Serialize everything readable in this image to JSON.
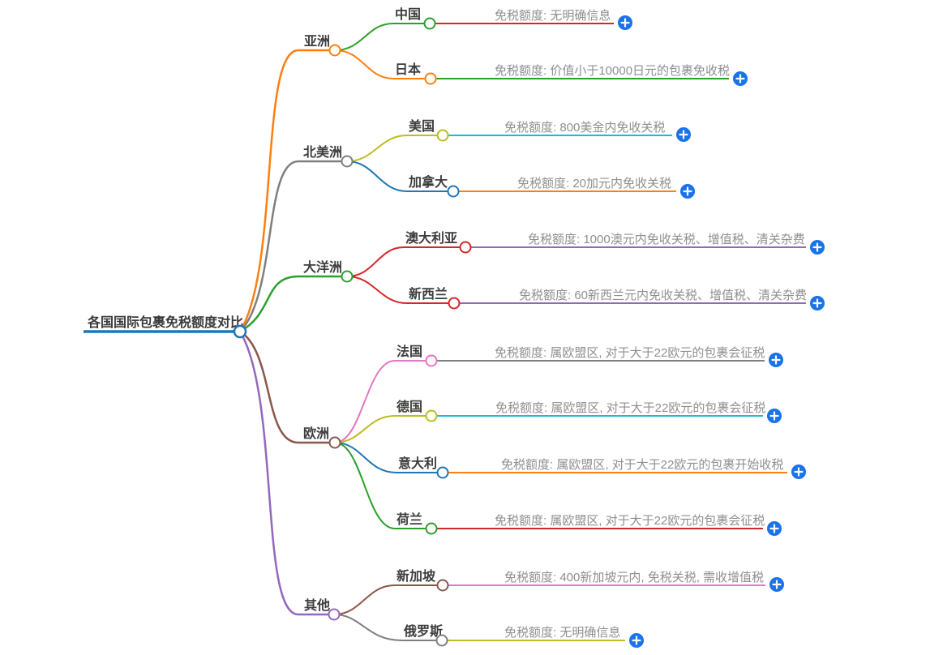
{
  "mindmap": {
    "root": {
      "label": "各国国际包裹免税额度对比"
    },
    "branches": [
      {
        "label": "亚洲",
        "children": [
          {
            "label": "中国",
            "detail": "免税额度: 无明确信息"
          },
          {
            "label": "日本",
            "detail": "免税额度: 价值小于10000日元的包裹免收税"
          }
        ]
      },
      {
        "label": "北美洲",
        "children": [
          {
            "label": "美国",
            "detail": "免税额度: 800美金内免收关税"
          },
          {
            "label": "加拿大",
            "detail": "免税额度: 20加元内免收关税"
          }
        ]
      },
      {
        "label": "大洋洲",
        "children": [
          {
            "label": "澳大利亚",
            "detail": "免税额度: 1000澳元内免收关税、增值税、清关杂费"
          },
          {
            "label": "新西兰",
            "detail": "免税额度: 60新西兰元内免收关税、增值税、清关杂费"
          }
        ]
      },
      {
        "label": "欧洲",
        "children": [
          {
            "label": "法国",
            "detail": "免税额度: 属欧盟区, 对于大于22欧元的包裹会征税"
          },
          {
            "label": "德国",
            "detail": "免税额度: 属欧盟区, 对于大于22欧元的包裹会征税"
          },
          {
            "label": "意大利",
            "detail": "免税额度: 属欧盟区, 对于大于22欧元的包裹开始收税"
          },
          {
            "label": "荷兰",
            "detail": "免税额度: 属欧盟区, 对于大于22欧元的包裹会征税"
          }
        ]
      },
      {
        "label": "其他",
        "children": [
          {
            "label": "新加坡",
            "detail": "免税额度: 400新加坡元内, 免税关税, 需收增值税"
          },
          {
            "label": "俄罗斯",
            "detail": "免税额度: 无明确信息"
          }
        ]
      }
    ]
  },
  "colors": {
    "blue": "#1f77b4",
    "orange": "#ff7f0e",
    "green": "#2ca02c",
    "red": "#d62728",
    "purple": "#9467bd",
    "brown": "#8c564b",
    "pink": "#e377c2",
    "gray": "#7f7f7f",
    "olive": "#bcbd22",
    "cyan": "#17becf",
    "expand_button": "#1a73e8",
    "node_fill": "#ffffff",
    "label_text": "#3d3d3d",
    "detail_text": "#8f8f8f"
  }
}
